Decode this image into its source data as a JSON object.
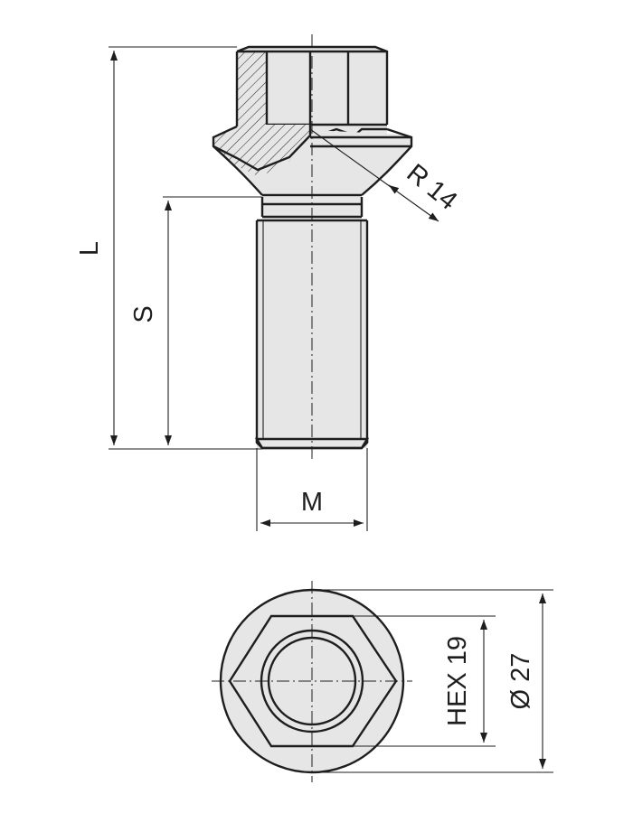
{
  "labels": {
    "length": "L",
    "shank_length": "S",
    "thread": "M",
    "radius": "R 14",
    "hex": "HEX 19",
    "diameter": "Ø 27"
  },
  "colors": {
    "line": "#1e1e1e",
    "fill": "#e6e6e6",
    "background": "#ffffff"
  }
}
